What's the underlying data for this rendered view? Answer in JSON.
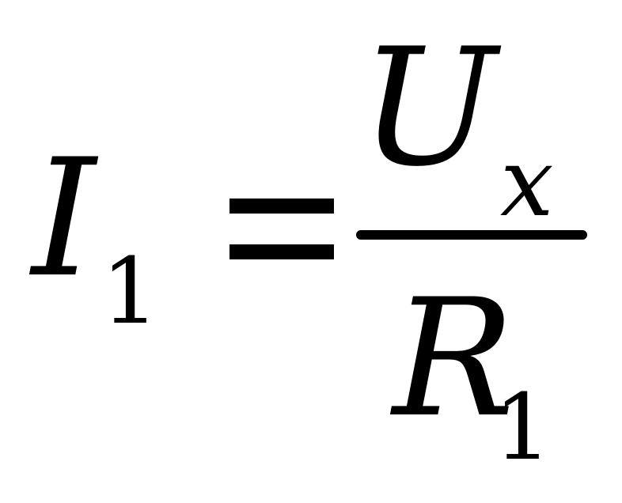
{
  "formula": {
    "lhs": {
      "symbol": "I",
      "subscript": "1"
    },
    "relation": "=",
    "numerator": {
      "symbol": "U",
      "subscript": "x"
    },
    "denominator": {
      "symbol": "R",
      "subscript": "1"
    }
  }
}
